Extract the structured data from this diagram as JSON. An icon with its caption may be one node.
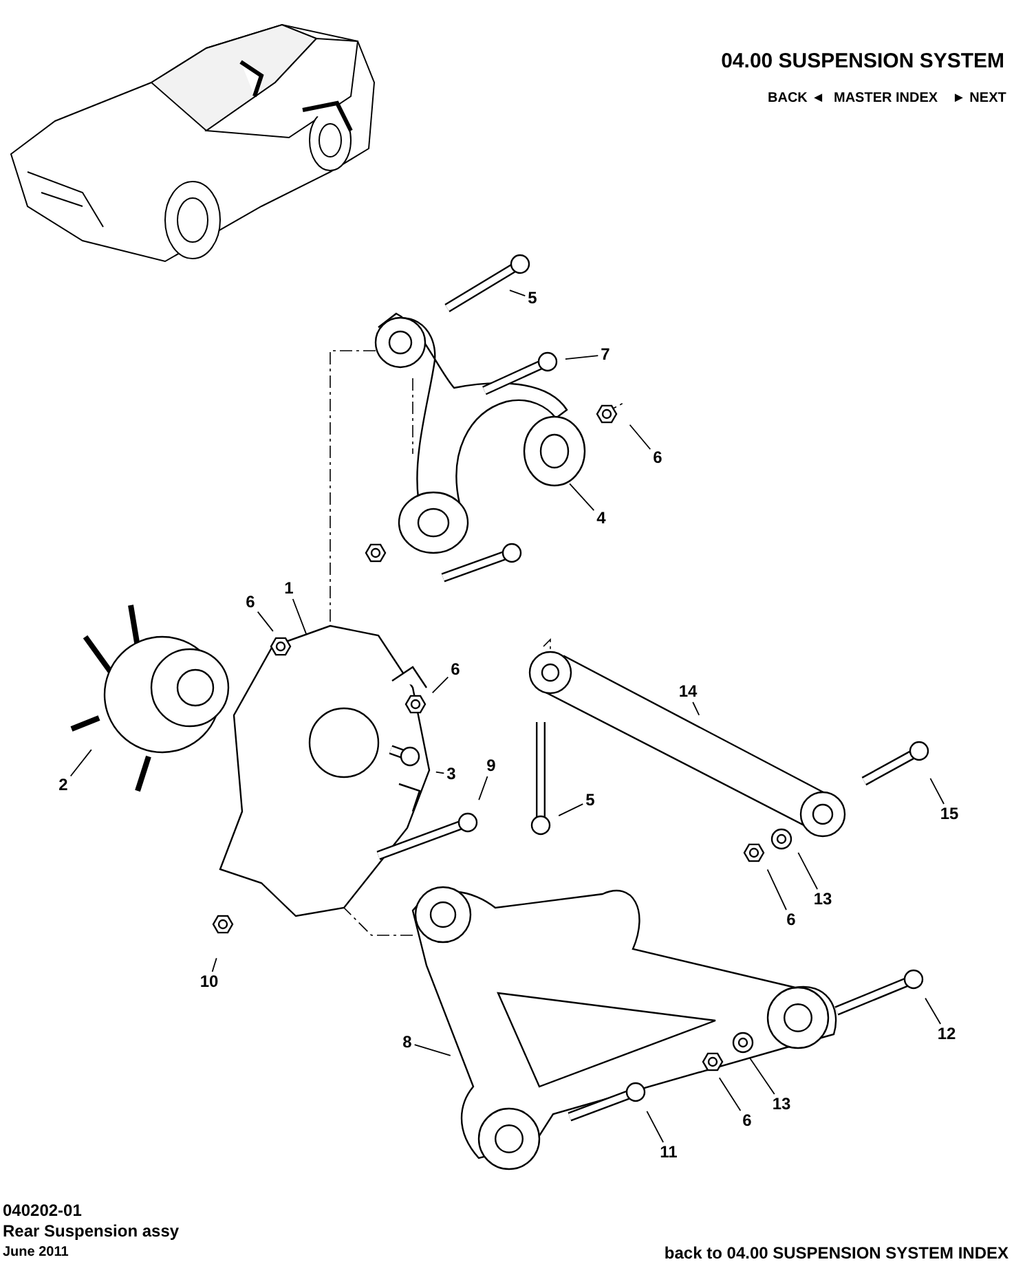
{
  "diagram": {
    "nodes": [
      {
        "text": [
          "5"
        ]
      },
      {
        "text": [
          "7"
        ]
      },
      {
        "text": [
          "6"
        ]
      },
      {
        "text": [
          "4"
        ]
      },
      {
        "text": [
          "1"
        ]
      },
      {
        "text": [
          "6"
        ]
      },
      {
        "text": [
          "6"
        ]
      },
      {
        "text": [
          "14"
        ]
      },
      {
        "text": [
          "9"
        ]
      },
      {
        "text": [
          "3"
        ]
      },
      {
        "text": [
          "2"
        ]
      },
      {
        "text": [
          "5"
        ]
      },
      {
        "text": [
          "15"
        ]
      },
      {
        "text": [
          "13"
        ]
      },
      {
        "text": [
          "6"
        ]
      },
      {
        "text": [
          "10"
        ]
      },
      {
        "text": [
          "12"
        ]
      },
      {
        "text": [
          "8"
        ]
      },
      {
        "text": [
          "13"
        ]
      },
      {
        "text": [
          "6"
        ]
      },
      {
        "text": [
          "11"
        ]
      }
    ],
    "edges": [
      {
        "from": 0,
        "to": null,
        "arrow": "none"
      },
      {
        "from": 1,
        "to": null,
        "arrow": "none"
      },
      {
        "from": 2,
        "to": null,
        "arrow": "none"
      },
      {
        "from": 3,
        "to": null,
        "arrow": "none"
      },
      {
        "from": 4,
        "to": null,
        "arrow": "none"
      },
      {
        "from": 5,
        "to": null,
        "arrow": "none"
      },
      {
        "from": 6,
        "to": null,
        "arrow": "none"
      },
      {
        "from": 7,
        "to": null,
        "arrow": "none"
      },
      {
        "from": 8,
        "to": null,
        "arrow": "none"
      },
      {
        "from": 9,
        "to": null,
        "arrow": "none"
      },
      {
        "from": 10,
        "to": null,
        "arrow": "none"
      },
      {
        "from": 11,
        "to": null,
        "arrow": "none"
      },
      {
        "from": 12,
        "to": null,
        "arrow": "none"
      },
      {
        "from": 13,
        "to": null,
        "arrow": "none"
      },
      {
        "from": 14,
        "to": null,
        "arrow": "none"
      },
      {
        "from": 15,
        "to": null,
        "arrow": "none"
      },
      {
        "from": 16,
        "to": null,
        "arrow": "none"
      },
      {
        "from": 17,
        "to": null,
        "arrow": "none"
      },
      {
        "from": 18,
        "to": null,
        "arrow": "none"
      },
      {
        "from": 19,
        "to": null,
        "arrow": "none"
      },
      {
        "from": 20,
        "to": null,
        "arrow": "none"
      }
    ],
    "labels": [
      "04.00 SUSPENSION SYSTEM",
      "BACK ◄",
      "MASTER INDEX",
      "► NEXT",
      "040202-01",
      "Rear Suspension assy",
      "June 2011",
      "back to 04.00 SUSPENSION SYSTEM INDEX"
    ]
  }
}
